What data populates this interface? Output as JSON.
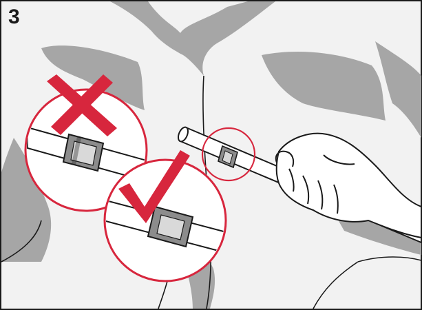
{
  "step": {
    "number": "3"
  },
  "colors": {
    "background": "#f2f2f2",
    "torso_shading": "#a6a6a6",
    "outline": "#1a1a1a",
    "accent_red": "#d7263d",
    "collar_dark": "#8c8c8c",
    "collar_light": "#d9d9d9",
    "pipe": "#ffffff"
  },
  "icons": {
    "wrong": "cross-mark-icon",
    "correct": "check-mark-icon"
  },
  "callouts": {
    "wrong": "collar-misaligned-detail",
    "correct": "collar-aligned-detail"
  }
}
